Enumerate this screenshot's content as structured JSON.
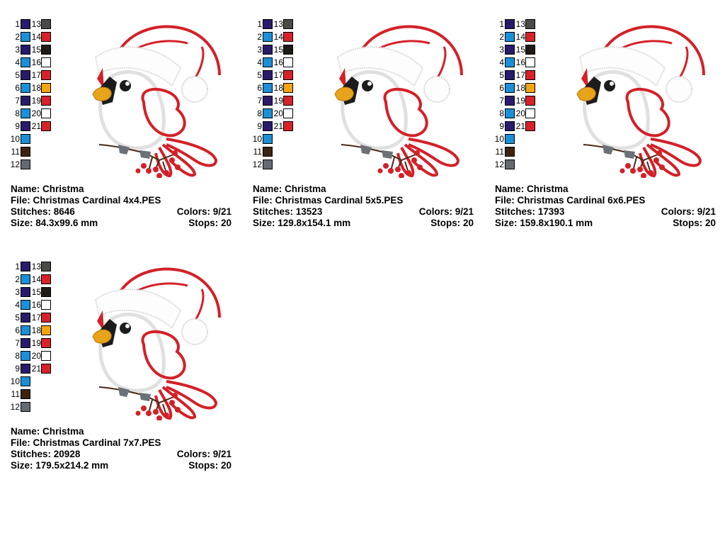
{
  "palette": {
    "colors": [
      {
        "n": "1",
        "hex": "#2a1a6b"
      },
      {
        "n": "2",
        "hex": "#1b8fd8"
      },
      {
        "n": "3",
        "hex": "#2a1a6b"
      },
      {
        "n": "4",
        "hex": "#1b8fd8"
      },
      {
        "n": "5",
        "hex": "#2a1a6b"
      },
      {
        "n": "6",
        "hex": "#1b8fd8"
      },
      {
        "n": "7",
        "hex": "#2a1a6b"
      },
      {
        "n": "8",
        "hex": "#1b8fd8"
      },
      {
        "n": "9",
        "hex": "#2a1a6b"
      },
      {
        "n": "10",
        "hex": "#1b8fd8"
      },
      {
        "n": "11",
        "hex": "#3d2210"
      },
      {
        "n": "12",
        "hex": "#636a70"
      },
      {
        "n": "13",
        "hex": "#4a4a46"
      },
      {
        "n": "14",
        "hex": "#d8222a"
      },
      {
        "n": "15",
        "hex": "#1e1a18"
      },
      {
        "n": "16",
        "hex": "#ffffff"
      },
      {
        "n": "17",
        "hex": "#d8222a"
      },
      {
        "n": "18",
        "hex": "#f5a412"
      },
      {
        "n": "19",
        "hex": "#d8222a"
      },
      {
        "n": "20",
        "hex": "#ffffff"
      },
      {
        "n": "21",
        "hex": "#d8222a"
      }
    ]
  },
  "labels": {
    "name": "Name:",
    "file": "File:",
    "stitches": "Stitches:",
    "size": "Size:",
    "colors": "Colors:",
    "stops": "Stops:"
  },
  "designs": [
    {
      "name": "Christma",
      "file": "Christmas Cardinal 4x4.PES",
      "stitches": "8646",
      "size": "84.3x99.6 mm",
      "colors": "9/21",
      "stops": "20"
    },
    {
      "name": "Christma",
      "file": "Christmas Cardinal 5x5.PES",
      "stitches": "13523",
      "size": "129.8x154.1 mm",
      "colors": "9/21",
      "stops": "20"
    },
    {
      "name": "Christma",
      "file": "Christmas Cardinal 6x6.PES",
      "stitches": "17393",
      "size": "159.8x190.1 mm",
      "colors": "9/21",
      "stops": "20"
    },
    {
      "name": "Christma",
      "file": "Christmas Cardinal 7x7.PES",
      "stitches": "20928",
      "size": "179.5x214.2 mm",
      "colors": "9/21",
      "stops": "20"
    }
  ],
  "art_colors": {
    "red": "#d42027",
    "white": "#ffffff",
    "outline": "#e4e4e4",
    "beak": "#e8a31a",
    "mask": "#1c1c1c",
    "branch": "#4a2a18",
    "leaf": "#6b7277",
    "berry": "#d42027"
  }
}
